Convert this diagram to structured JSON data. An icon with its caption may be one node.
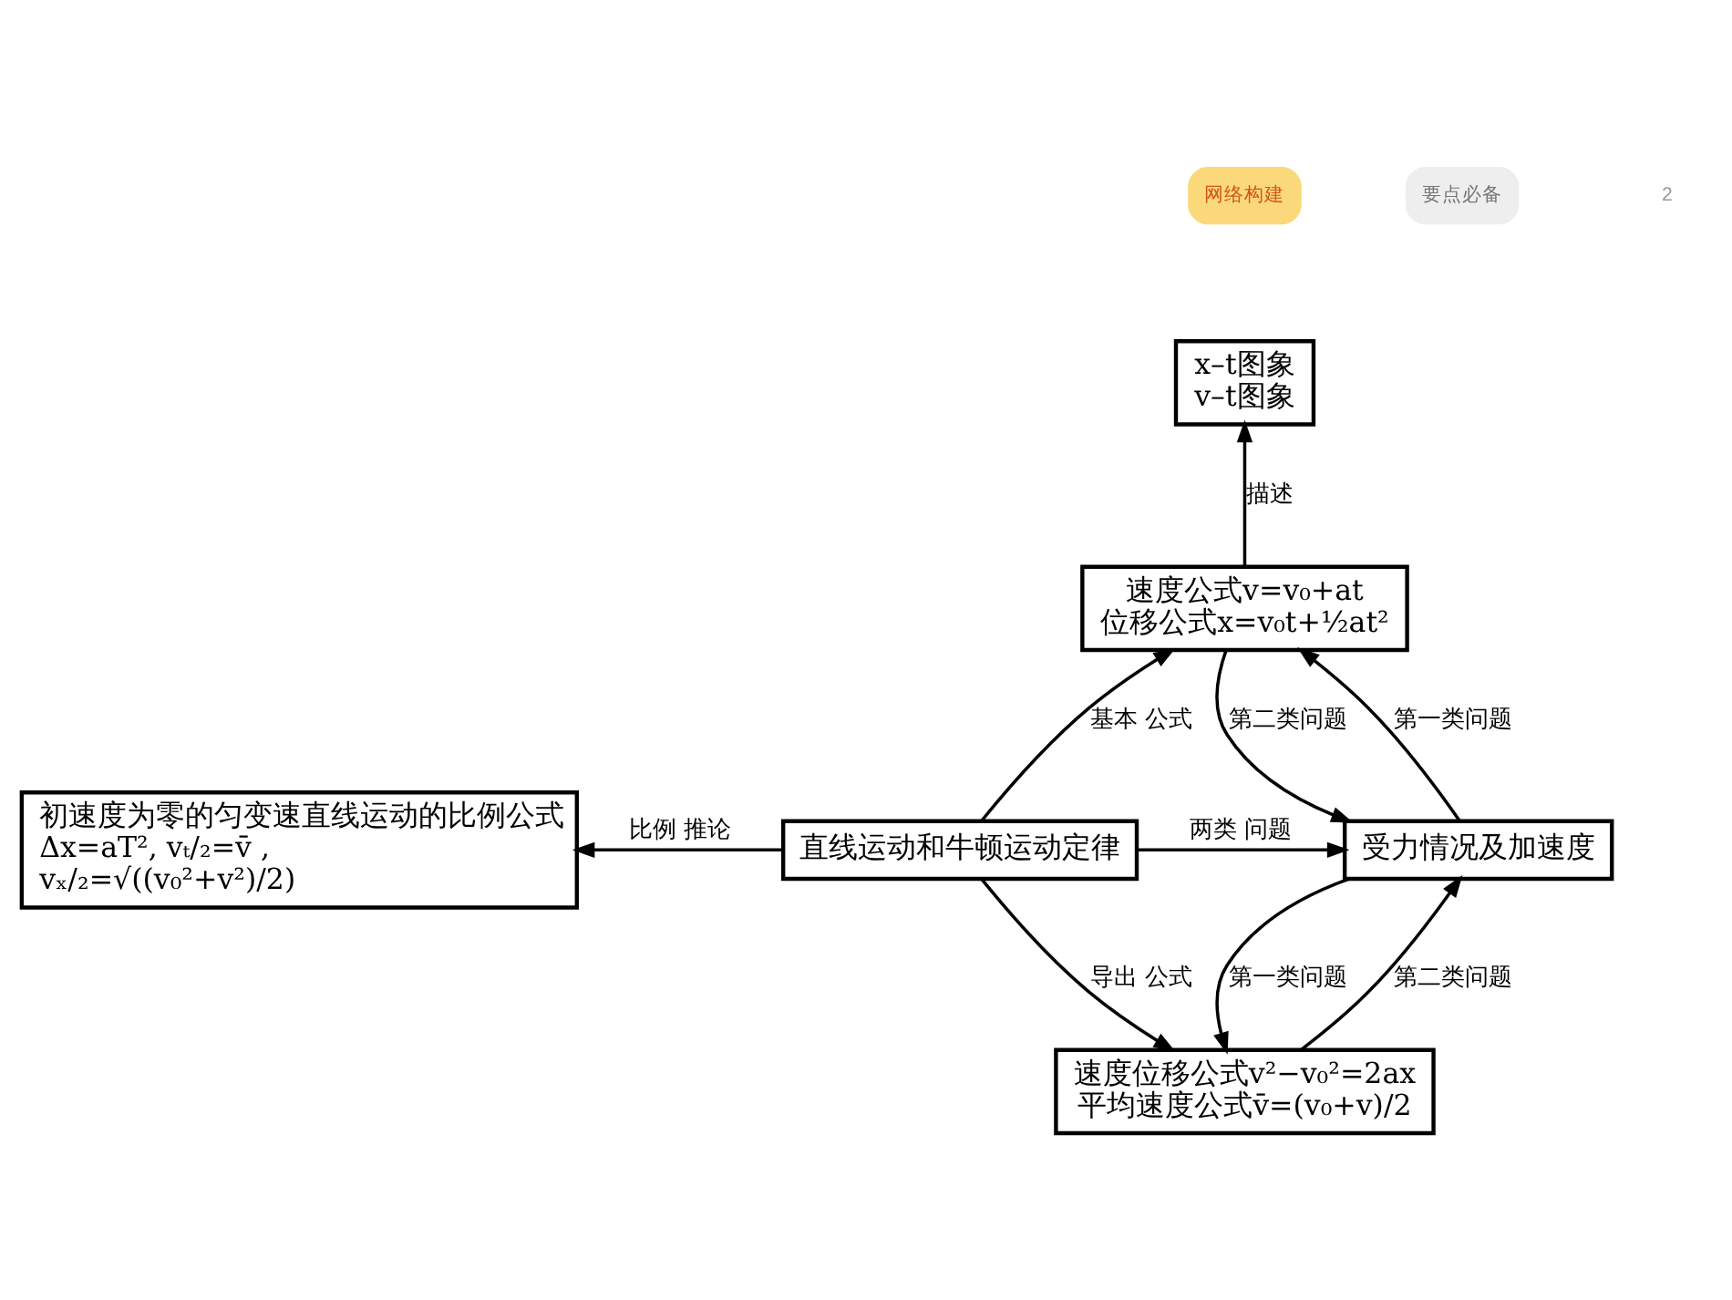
{
  "diagram": {
    "nodes": [
      {
        "text": [
          "x–t图象",
          "v–t图象"
        ]
      },
      {
        "text": [
          "速度公式v=v₀+at",
          "位移公式x=v₀t+½at²"
        ]
      },
      {
        "text": [
          "初速度为零的匀变速直线运动的比例公式",
          "Δx=aT², vₜ/₂=v̄ ,",
          "vₓ/₂=√((v₀²+v²)/2)"
        ]
      },
      {
        "text": [
          "直线运动和牛顿运动定律"
        ]
      },
      {
        "text": [
          "受力情况及加速度"
        ]
      },
      {
        "text": [
          "速度位移公式v²−v₀²=2ax",
          "平均速度公式v̄=(v₀+v)/2"
        ]
      }
    ],
    "edges": [
      {
        "from": 1,
        "to": 0,
        "arrow": "to",
        "label": "描述"
      },
      {
        "from": 3,
        "to": 1,
        "arrow": "to",
        "label": "基本 公式"
      },
      {
        "from": 3,
        "to": 2,
        "arrow": "to",
        "label": "比例 推论"
      },
      {
        "from": 3,
        "to": 4,
        "arrow": "to",
        "label": "两类 问题"
      },
      {
        "from": 3,
        "to": 5,
        "arrow": "to",
        "label": "导出 公式"
      },
      {
        "from": 1,
        "to": 4,
        "arrow": "to",
        "label": "第二类问题"
      },
      {
        "from": 4,
        "to": 1,
        "arrow": "to",
        "label": "第一类问题"
      },
      {
        "from": 4,
        "to": 5,
        "arrow": "to",
        "label": "第一类问题"
      },
      {
        "from": 5,
        "to": 4,
        "arrow": "to",
        "label": "第二类问题"
      }
    ],
    "labels": [
      "网络构建",
      "要点必备",
      "2"
    ]
  }
}
